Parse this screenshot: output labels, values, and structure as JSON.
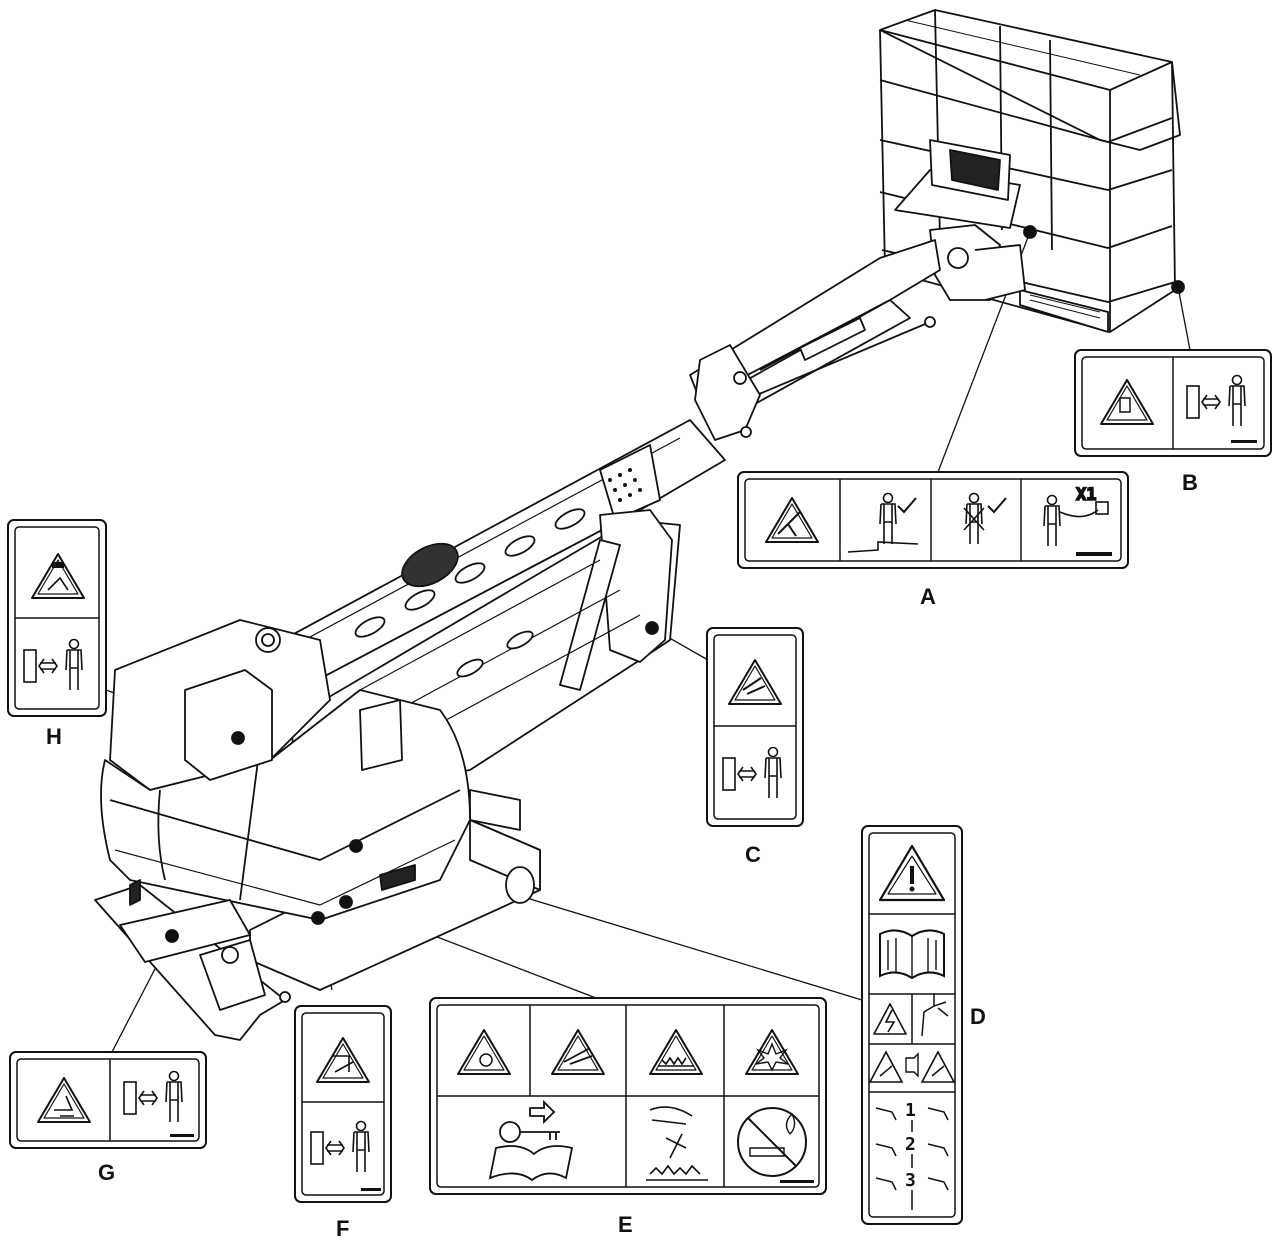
{
  "labels": {
    "a": "A",
    "b": "B",
    "c": "C",
    "d": "D",
    "e": "E",
    "f": "F",
    "g": "G",
    "h": "H"
  },
  "decal_text": {
    "harness_count": "X1",
    "step_1": "1",
    "step_2": "2",
    "step_3": "3"
  },
  "icons": [
    "warning-triangle-icon",
    "tip-over-icon",
    "keep-distance-icon",
    "fall-hazard-icon",
    "harness-icon",
    "crush-hazard-icon",
    "electrocution-icon",
    "manual-icon",
    "key-icon",
    "no-smoking-icon"
  ]
}
